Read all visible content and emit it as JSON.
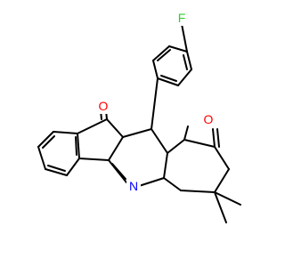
{
  "molecule": {
    "atoms": {
      "fluorine": {
        "symbol": "F",
        "color": "#33cc33"
      },
      "oxygen_indanone": {
        "symbol": "O",
        "color": "#ff0000"
      },
      "oxygen_cyclohexenone": {
        "symbol": "O",
        "color": "#ff0000"
      },
      "nitrogen": {
        "symbol": "N",
        "color": "#0000ff"
      }
    },
    "bond_color": "#000000",
    "background": "#ffffff"
  }
}
